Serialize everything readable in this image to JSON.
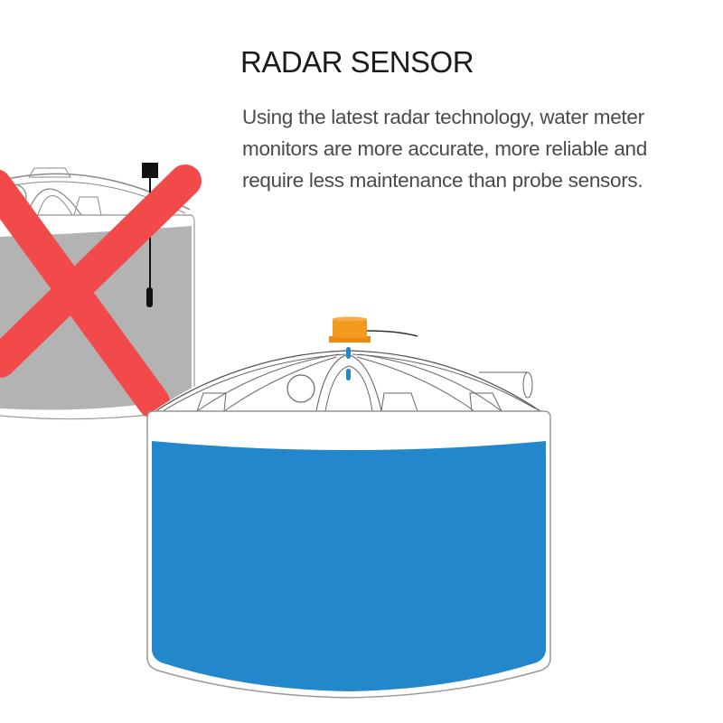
{
  "header": {
    "title": "RADAR SENSOR"
  },
  "description": {
    "lines": [
      "Using the latest radar technology, water meter",
      "monitors are more accurate, more reliable and",
      "require less maintenance than probe sensors."
    ]
  },
  "illustration": {
    "old_tank": {
      "label": "probe-sensor-tank",
      "fill_color": "#b3b3b3",
      "crossed_out": true,
      "cross_color": "#f24a4a"
    },
    "new_tank": {
      "label": "radar-sensor-tank",
      "water_color": "#2387cc",
      "sensor_color": "#f39a1e"
    }
  }
}
